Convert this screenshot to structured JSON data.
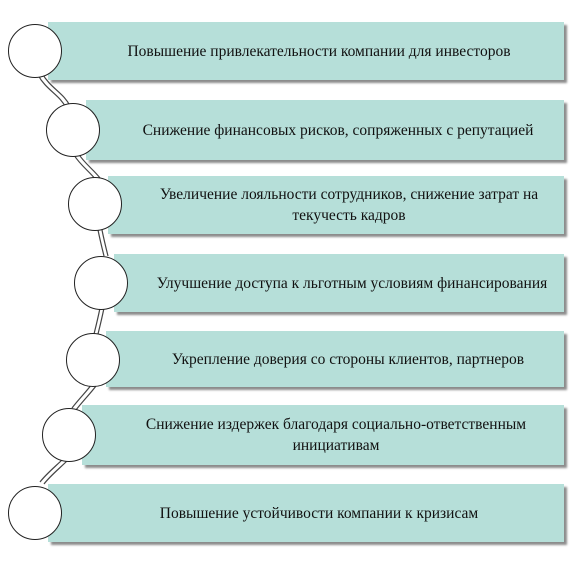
{
  "items": [
    {
      "label": "Повышение привлекательности компании для инвесторов"
    },
    {
      "label": "Снижение финансовых рисков, сопряженных с репутацией"
    },
    {
      "label": "Увеличение лояльности сотрудников, снижение затрат на текучесть кадров"
    },
    {
      "label": "Улучшение доступа к льготным условиям финансирования"
    },
    {
      "label": "Укрепление доверия со стороны клиентов, партнеров"
    },
    {
      "label": "Снижение издержек благодаря социально-ответственным инициативам"
    },
    {
      "label": "Повышение устойчивости компании к кризисам"
    }
  ],
  "colors": {
    "box_fill": "#b6dfd9",
    "circle_fill": "#ffffff",
    "outline": "#222222"
  }
}
